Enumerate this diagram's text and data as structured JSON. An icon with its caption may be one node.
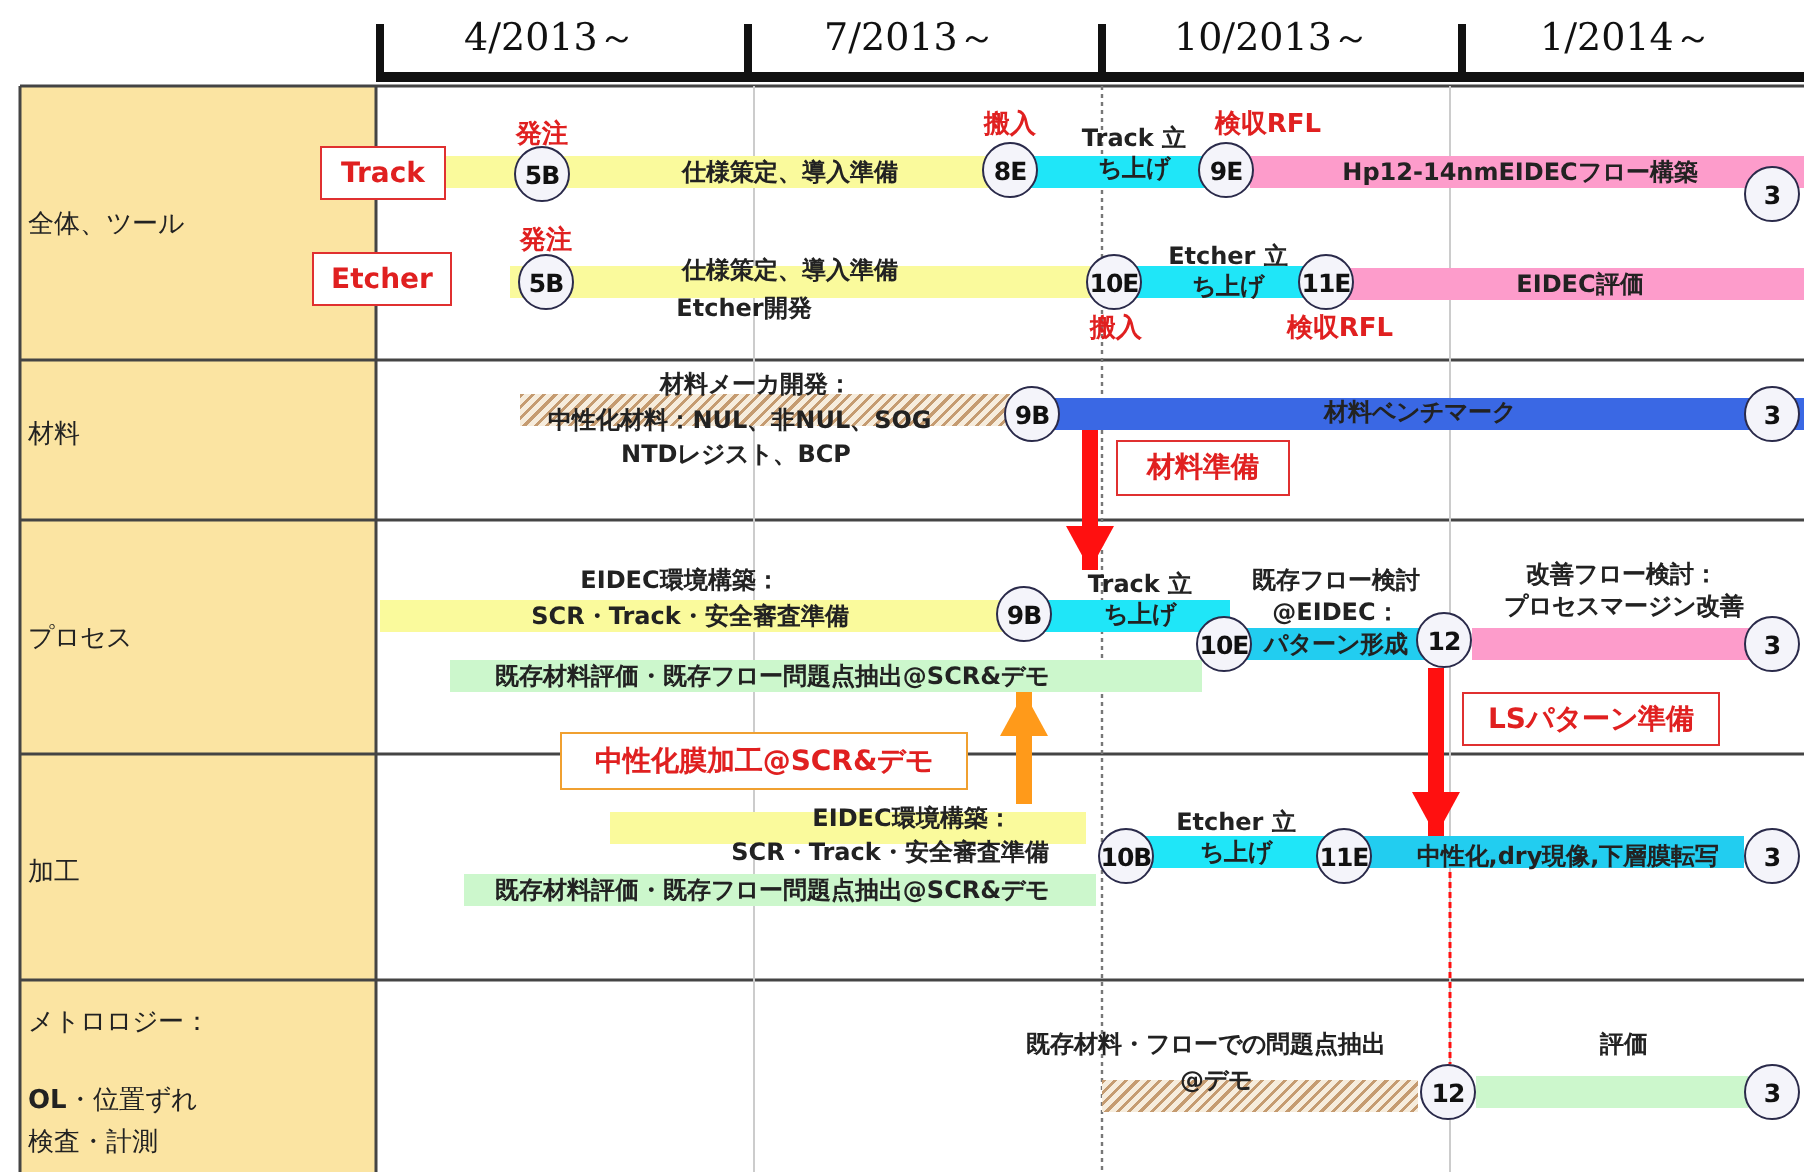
{
  "diagram": {
    "nodes": [
      {
        "text": [
          "Track"
        ]
      },
      {
        "text": [
          "仕様策定、導入準備"
        ]
      },
      {
        "text": [
          "5B"
        ],
        "beside": [
          "発注"
        ]
      },
      {
        "text": [
          "8E"
        ],
        "beside": [
          "搬入"
        ]
      },
      {
        "text": [
          "Track 立ち上げ"
        ]
      },
      {
        "text": [
          "9E"
        ],
        "beside": [
          "検収RFL"
        ]
      },
      {
        "text": [
          "Hp12-14nmEIDECフロー構築"
        ]
      },
      {
        "text": [
          "3"
        ]
      },
      {
        "text": [
          "Etcher"
        ]
      },
      {
        "text": [
          "仕様策定、導入準備",
          "Etcher開発"
        ]
      },
      {
        "text": [
          "5B"
        ],
        "beside": [
          "発注"
        ]
      },
      {
        "text": [
          "10E"
        ],
        "beside": [
          "搬入"
        ]
      },
      {
        "text": [
          "Etcher 立ち上げ"
        ]
      },
      {
        "text": [
          "11E"
        ],
        "beside": [
          "検収RFL"
        ]
      },
      {
        "text": [
          "EIDEC評価"
        ]
      },
      {
        "text": [
          "材料メーカ開発：",
          "中性化材料：NUL、非NUL、SOG",
          "NTDレジスト、BCP"
        ]
      },
      {
        "text": [
          "9B"
        ]
      },
      {
        "text": [
          "材料ベンチマーク"
        ]
      },
      {
        "text": [
          "3"
        ]
      },
      {
        "text": [
          "材料準備"
        ]
      },
      {
        "text": [
          "EIDEC環境構築：",
          "SCR・Track・安全審査準備"
        ]
      },
      {
        "text": [
          "9B"
        ]
      },
      {
        "text": [
          "Track 立ち上げ"
        ]
      },
      {
        "text": [
          "10E"
        ]
      },
      {
        "text": [
          "既存フロー検討",
          "@EIDEC：",
          "パターン形成"
        ]
      },
      {
        "text": [
          "12"
        ]
      },
      {
        "text": [
          "改善フロー検討：",
          "プロセスマージン改善"
        ]
      },
      {
        "text": [
          "3"
        ]
      },
      {
        "text": [
          "既存材料評価・既存フロー問題点抽出@SCR&デモ"
        ]
      },
      {
        "text": [
          "LSパターン準備"
        ]
      },
      {
        "text": [
          "中性化膜加工@SCR&デモ"
        ]
      },
      {
        "text": [
          "EIDEC環境構築：",
          "SCR・Track・安全審査準備"
        ]
      },
      {
        "text": [
          "既存材料評価・既存フロー問題点抽出@SCR&デモ"
        ]
      },
      {
        "text": [
          "10B"
        ]
      },
      {
        "text": [
          "Etcher 立ち上げ"
        ]
      },
      {
        "text": [
          "11E"
        ]
      },
      {
        "text": [
          "中性化,dry現像,下層膜転写"
        ]
      },
      {
        "text": [
          "3"
        ]
      },
      {
        "text": [
          "既存材料・フローでの問題点抽出",
          "@デモ"
        ]
      },
      {
        "text": [
          "12"
        ]
      },
      {
        "text": [
          "評価"
        ]
      },
      {
        "text": [
          "3"
        ]
      }
    ],
    "edges": [
      {
        "from": 17,
        "to": 22,
        "arrow": "to"
      },
      {
        "from": 31,
        "to": 28,
        "arrow": "to",
        "color": "#ff9a1a"
      },
      {
        "from": 25,
        "to": 36,
        "arrow": "to"
      },
      {
        "from": 36,
        "to": 39,
        "arrow": "none",
        "style": "dashed"
      }
    ],
    "labels": [
      "4/2013～",
      "7/2013～",
      "10/2013～",
      "1/2014～",
      "全体、ツール",
      "材料",
      "プロセス",
      "加工",
      "メトロロジー：",
      "**OL**・位置ずれ",
      "検査・計測"
    ]
  }
}
